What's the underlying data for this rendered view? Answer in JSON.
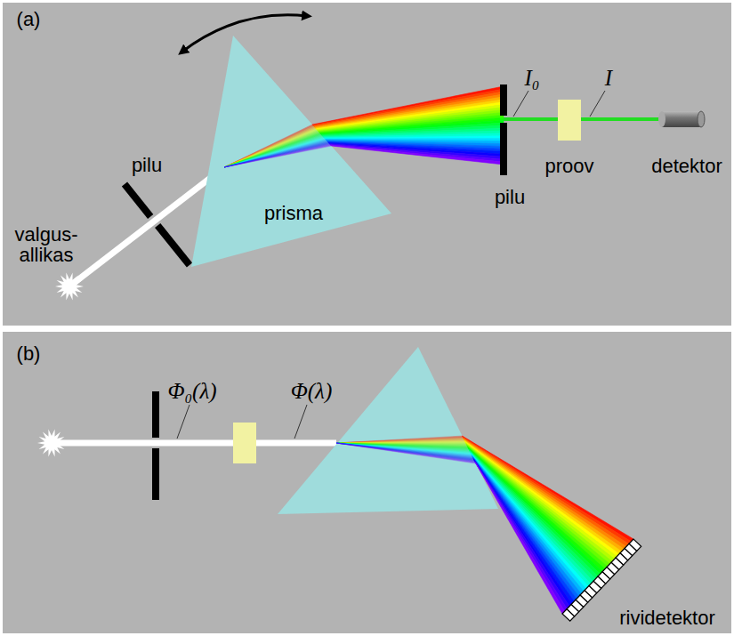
{
  "diagram": {
    "labels": [
      "(a)",
      "I₀",
      "I",
      "pilu",
      "proov",
      "detektor",
      "pilu",
      "valgus- allikas",
      "prisma",
      "(b)",
      "Φ₀(λ)",
      "Φ(λ)",
      "rividetektor"
    ]
  }
}
